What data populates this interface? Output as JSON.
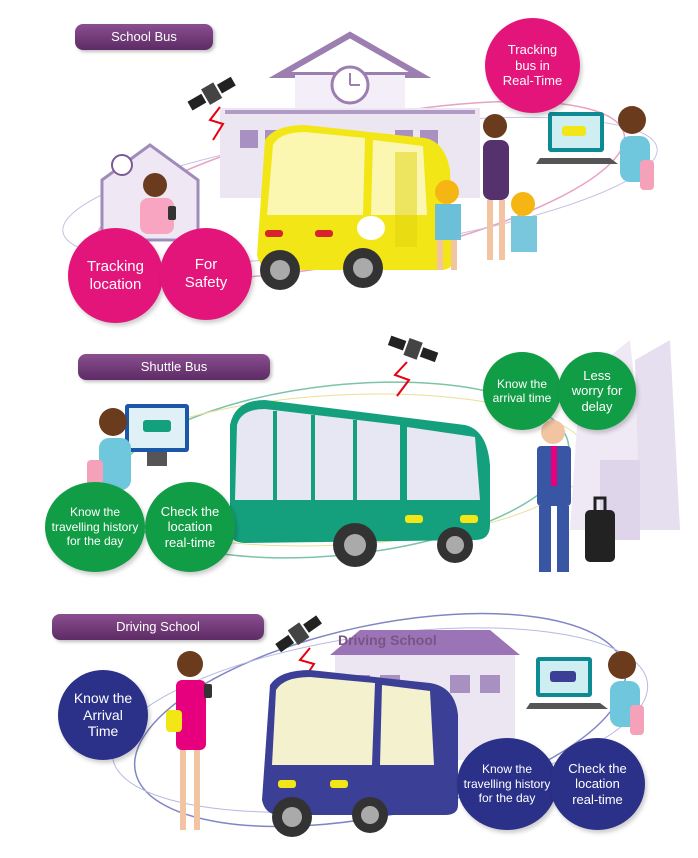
{
  "scenes": {
    "school_bus": {
      "label": "School Bus",
      "bubbles": {
        "tracking_realtime": "Tracking\nbus in\nReal-Time",
        "tracking_location": "Tracking\nlocation",
        "for_safety": "For\nSafety"
      },
      "colors": {
        "bus": "#f3e617",
        "bubble": "#e4157a"
      }
    },
    "shuttle_bus": {
      "label": "Shuttle Bus",
      "bubbles": {
        "arrival_time": "Know the\narrival time",
        "less_worry": "Less\nworry for\ndelay",
        "travel_history": "Know the\ntravelling history\nfor the day",
        "check_location": "Check the\nlocation\nreal-time"
      },
      "colors": {
        "bus": "#14a07d",
        "bubble": "#119d45"
      }
    },
    "driving_school": {
      "label": "Driving School",
      "building_sign": "Driving School",
      "bubbles": {
        "arrival_time": "Know the\nArrival\nTime",
        "travel_history": "Know the\ntravelling history\nfor the day",
        "check_location": "Check the\nlocation\nreal-time"
      },
      "colors": {
        "bus": "#3b3f95",
        "bubble": "#2b3088"
      }
    }
  }
}
